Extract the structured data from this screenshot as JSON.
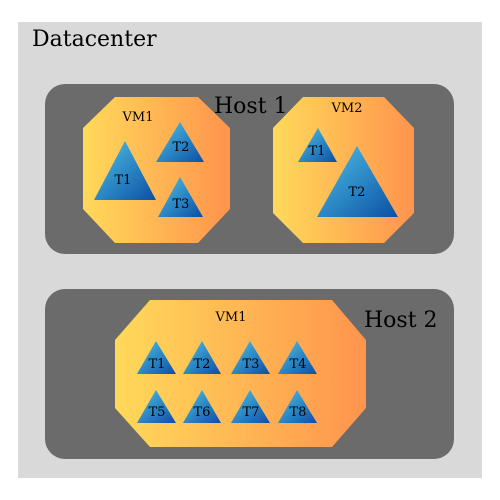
{
  "datacenter": {
    "label": "Datacenter",
    "background": "#d9d9d9"
  },
  "hosts": [
    {
      "label": "Host 1",
      "vms": [
        {
          "label": "VM1",
          "tasks": [
            "T1",
            "T2",
            "T3"
          ]
        },
        {
          "label": "VM2",
          "tasks": [
            "T1",
            "T2"
          ]
        }
      ]
    },
    {
      "label": "Host 2",
      "vms": [
        {
          "label": "VM1",
          "tasks": [
            "T1",
            "T2",
            "T3",
            "T4",
            "T5",
            "T6",
            "T7",
            "T8"
          ]
        }
      ]
    }
  ],
  "colors": {
    "host_fill": "#6b6b6b",
    "vm_gradient_start": "#ffd95a",
    "vm_gradient_end": "#ff944d",
    "task_gradient_start": "#4fc3e8",
    "task_gradient_end": "#0b4fa3",
    "text": "#000000"
  }
}
